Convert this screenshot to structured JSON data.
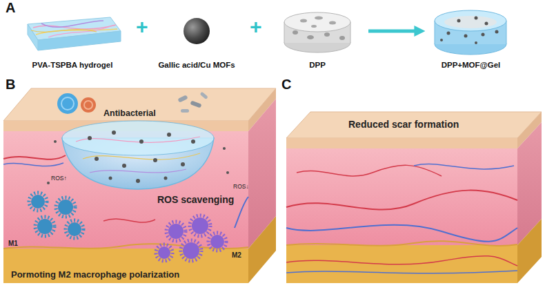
{
  "diagram": {
    "nodes": [
      {
        "text": [
          "PVA-TSPBA hydrogel"
        ]
      },
      {
        "text": [
          "Gallic acid/Cu MOFs"
        ]
      },
      {
        "text": [
          "DPP"
        ]
      },
      {
        "text": [
          "DPP+MOF@Gel"
        ]
      }
    ],
    "edges": [
      {
        "from": 2,
        "to": 3,
        "arrow": "to"
      }
    ],
    "labels": [
      "A",
      "+",
      "+",
      "B",
      "Antibacterial",
      "ROS↑",
      "ROS↓",
      "ROS scavenging",
      "M1",
      "M2",
      "Pormoting M2 macrophage polarization",
      "C",
      "Reduced scar formation"
    ]
  }
}
